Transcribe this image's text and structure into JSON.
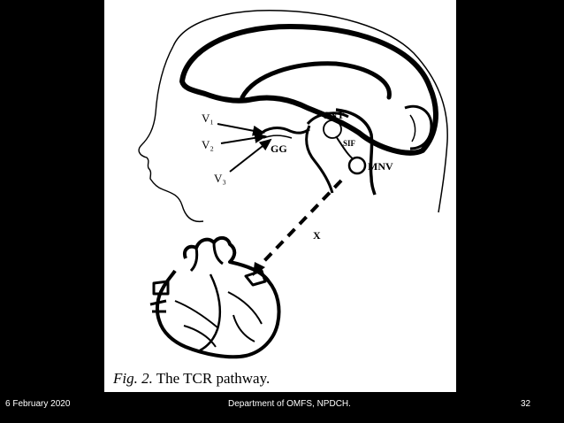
{
  "figure": {
    "labels": {
      "v1": "V₁",
      "v2": "V₂",
      "v3": "V₃",
      "gg": "GG",
      "snt": "SNT",
      "sif": "SIF",
      "mnv": "MNV",
      "x": "X"
    },
    "caption_prefix": "Fig. 2.",
    "caption_text": " The TCR pathway."
  },
  "footer": {
    "date": "6 February 2020",
    "department": "Department of OMFS, NPDCH.",
    "page": "32"
  }
}
